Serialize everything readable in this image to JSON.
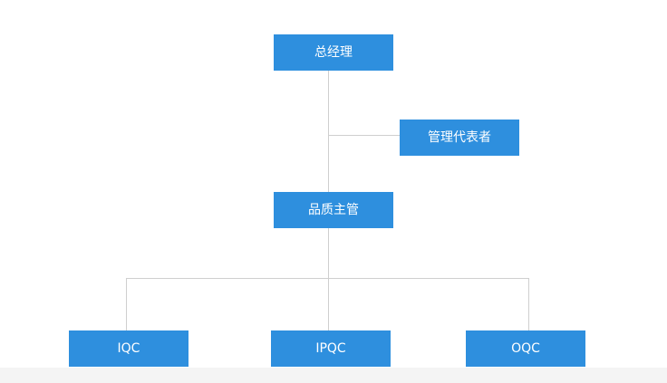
{
  "chart": {
    "nodes": {
      "general_manager": "总经理",
      "management_rep": "管理代表者",
      "quality_supervisor": "品质主管",
      "iqc": "IQC",
      "ipqc": "IPQC",
      "oqc": "OQC"
    }
  },
  "colors": {
    "node_fill": "#2e8fde",
    "node_text": "#ffffff",
    "connector": "#cfcfcf",
    "background": "#ffffff"
  }
}
